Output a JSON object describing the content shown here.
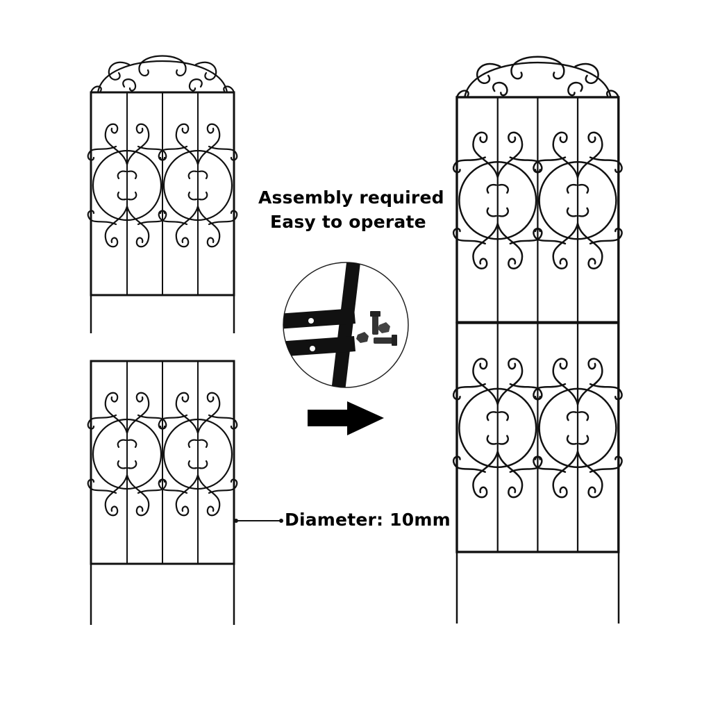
{
  "labels": {
    "assembly_required": "Assembly required",
    "easy_to_operate": "Easy to operate",
    "diameter": "Diameter: 10mm"
  },
  "icons": {
    "arrow": "right-arrow-icon",
    "hardware": "bolts-and-nuts"
  },
  "colors": {
    "metal": "#111111",
    "background": "#ffffff"
  }
}
